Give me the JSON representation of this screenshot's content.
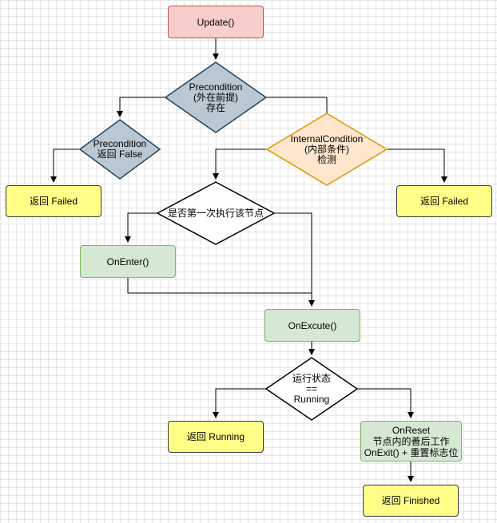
{
  "colors": {
    "red_fill": "#f8cecc",
    "red_stroke": "#b85450",
    "yellow_fill": "#ffff88",
    "yellow_stroke": "#36393d",
    "green_fill": "#d5e8d4",
    "green_stroke": "#82b366",
    "blue_fill": "#bac8d3",
    "blue_stroke": "#23445d",
    "orange_fill": "#ffe6cc",
    "orange_stroke": "#d79b00",
    "white_fill": "#ffffff",
    "black_stroke": "#000000"
  },
  "nodes": {
    "update": "Update()",
    "precondition": "Precondition\n(外在前提)\n存在",
    "precondition_false": "Precondition\n返回 False",
    "failed_left": "返回 Failed",
    "internal_condition": "InternalCondition\n(内部条件)\n检测",
    "failed_right": "返回 Failed",
    "first_exec": "是否第一次执行该节点",
    "on_enter": "OnEnter()",
    "on_excute": "OnExcute()",
    "run_state": "运行状态\n==\nRunning",
    "running": "返回 Running",
    "on_reset": "OnReset\n节点内的善后工作\nOnExit() + 重置标志位",
    "finished": "返回 Finished"
  }
}
